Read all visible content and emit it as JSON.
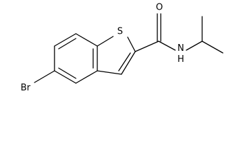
{
  "molecule": {
    "atoms": {
      "bromine": "Br",
      "sulfur": "S",
      "oxygen": "O",
      "nitrogen_hydrogen": "N\nH"
    },
    "colors": {
      "bond": "#000000",
      "label": "#000000",
      "background": "#ffffff"
    }
  }
}
